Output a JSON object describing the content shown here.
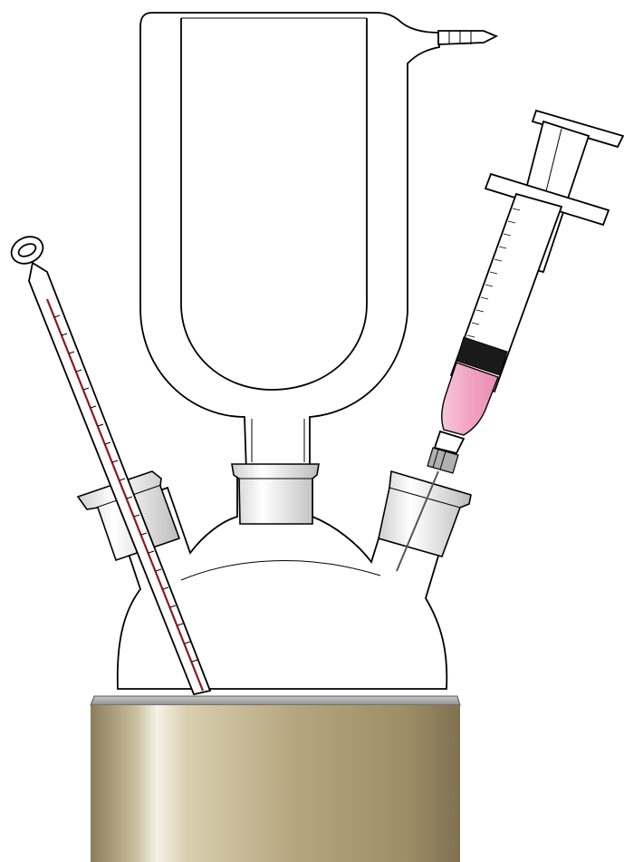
{
  "diagram": {
    "description_visible_text": "",
    "components": [
      {
        "name": "cold-finger-condenser",
        "has_hose_barb": true
      },
      {
        "name": "thermometer",
        "liquid_color": "#8b1a1a"
      },
      {
        "name": "syringe",
        "liquid_color": "#f4a9c7"
      },
      {
        "name": "three-neck-round-bottom-flask",
        "necks": 3
      },
      {
        "name": "heating-mantle"
      }
    ],
    "colors": {
      "outline": "#000000",
      "glass": "#ffffff",
      "stopper_shade": "#d9d9d9",
      "syringe_liquid": "#f4a9c7",
      "plunger_tip": "#1a1a1a",
      "thermometer_liquid": "#8b1a1a",
      "mantle_base": "#b3a37a",
      "mantle_highlight": "#f2efe4",
      "mantle_rim": "#9a9a9a"
    }
  }
}
